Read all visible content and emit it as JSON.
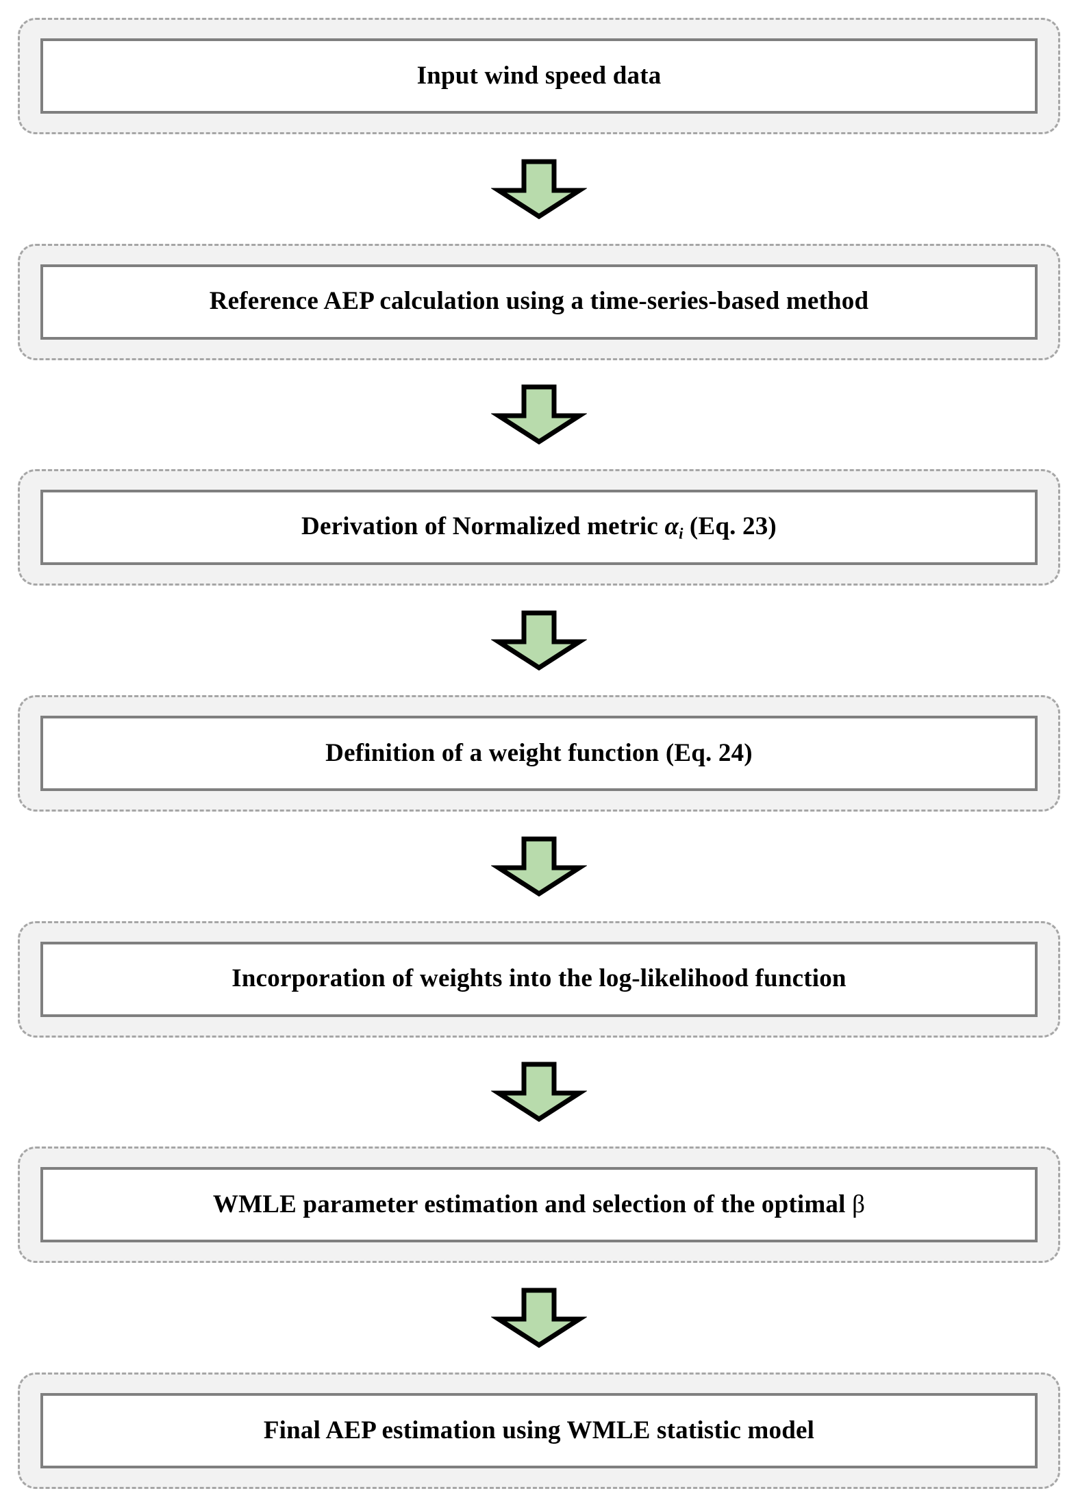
{
  "diagram": {
    "title": "AEP estimation workflow using WMLE",
    "type": "flowchart",
    "orientation": "vertical-top-to-bottom",
    "colors": {
      "page_background": "#ffffff",
      "outer_shell_fill": "#f2f2f2",
      "outer_shell_dash_stroke": "#a6a6a6",
      "inner_box_fill": "#ffffff",
      "inner_box_stroke": "#7f7f7f",
      "arrow_fill": "#b8dbac",
      "arrow_stroke": "#000000",
      "text": "#000000"
    },
    "steps": [
      {
        "id": "step-1",
        "name": "input-wind-speed-data",
        "label": "Input wind speed data"
      },
      {
        "id": "step-2",
        "name": "reference-aep-calculation",
        "label": "Reference AEP calculation using a time-series-based method"
      },
      {
        "id": "step-3",
        "name": "derivation-of-normalized-metric",
        "label_prefix": "Derivation of Normalized metric ",
        "label_symbol": "α",
        "label_subscript": "i",
        "label_suffix": " (Eq. 23)",
        "label": "Derivation of Normalized metric αi (Eq. 23)"
      },
      {
        "id": "step-4",
        "name": "definition-of-weight-function",
        "label": "Definition of a weight function (Eq. 24)"
      },
      {
        "id": "step-5",
        "name": "incorporation-of-weights",
        "label": "Incorporation of weights into the log-likelihood function"
      },
      {
        "id": "step-6",
        "name": "wmle-parameter-estimation",
        "label_prefix": "WMLE parameter estimation and selection of the optimal ",
        "label_symbol": "β",
        "label": "WMLE parameter estimation and selection of the optimal β"
      },
      {
        "id": "step-7",
        "name": "final-aep-estimation",
        "label": "Final AEP estimation using WMLE statistic model"
      }
    ],
    "connectors": [
      {
        "id": "arrow-1",
        "name": "arrow-step1-to-step2",
        "icon": "arrow-down-icon"
      },
      {
        "id": "arrow-2",
        "name": "arrow-step2-to-step3",
        "icon": "arrow-down-icon"
      },
      {
        "id": "arrow-3",
        "name": "arrow-step3-to-step4",
        "icon": "arrow-down-icon"
      },
      {
        "id": "arrow-4",
        "name": "arrow-step4-to-step5",
        "icon": "arrow-down-icon"
      },
      {
        "id": "arrow-5",
        "name": "arrow-step5-to-step6",
        "icon": "arrow-down-icon"
      },
      {
        "id": "arrow-6",
        "name": "arrow-step6-to-step7",
        "icon": "arrow-down-icon"
      }
    ]
  }
}
